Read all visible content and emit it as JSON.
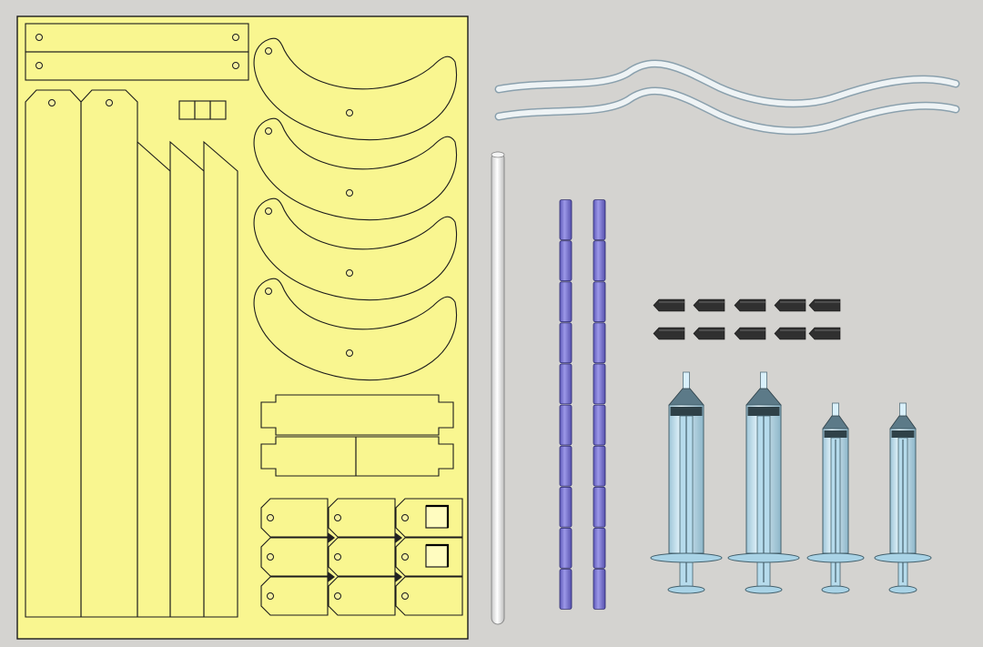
{
  "scene": {
    "background_color": "#d4d3d0",
    "sheet": {
      "fill_color": "#f9f690",
      "line_color": "#1b1b1b",
      "parts": {
        "strips": 2,
        "long_tagged_panels": 2,
        "beveled_panels": 3,
        "small_squares": 3,
        "crescent_fins": 4,
        "notched_boards": 3,
        "tag_pieces": 9
      }
    },
    "wires": {
      "count": 2,
      "fill_color": "#eef3f5",
      "line_color": "#8aa0ad"
    },
    "rod": {
      "count": 1,
      "fill_color": "#eeeeee",
      "line_color": "#888888"
    },
    "segmented_rods": {
      "count": 2,
      "segments_each": 10,
      "fill_color": "#7d78d2"
    },
    "pegs": {
      "count": 10,
      "fill_color": "#303030"
    },
    "syringes": {
      "count": 4,
      "sizes": [
        "large",
        "large",
        "small",
        "small"
      ],
      "barrel_color": "#c9e6f5",
      "accent_color": "#44606c"
    }
  }
}
